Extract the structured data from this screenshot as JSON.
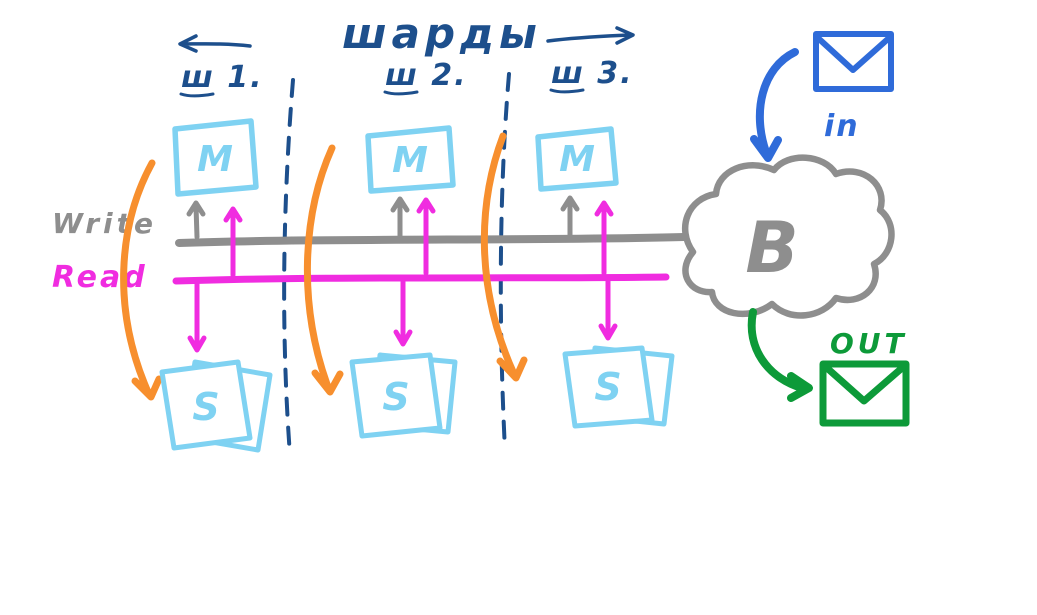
{
  "colors": {
    "navy": "#1d4f8c",
    "light_blue": "#7fd2f2",
    "gray_ink": "#8e8e8e",
    "magenta": "#f02ce0",
    "orange": "#f78f2e",
    "blue": "#2f6bd9",
    "green": "#0d9a39",
    "background": "#ffffff"
  },
  "diagram": {
    "title": "шарды",
    "shards": [
      {
        "label": "ш 1."
      },
      {
        "label": "ш 2."
      },
      {
        "label": "ш 3."
      }
    ],
    "master_label": "M",
    "replica_label": "S",
    "balancer_label": "B",
    "bus_labels": {
      "write": "Write",
      "read": "Read"
    },
    "io_labels": {
      "incoming": "in",
      "outgoing": "OUT"
    }
  }
}
